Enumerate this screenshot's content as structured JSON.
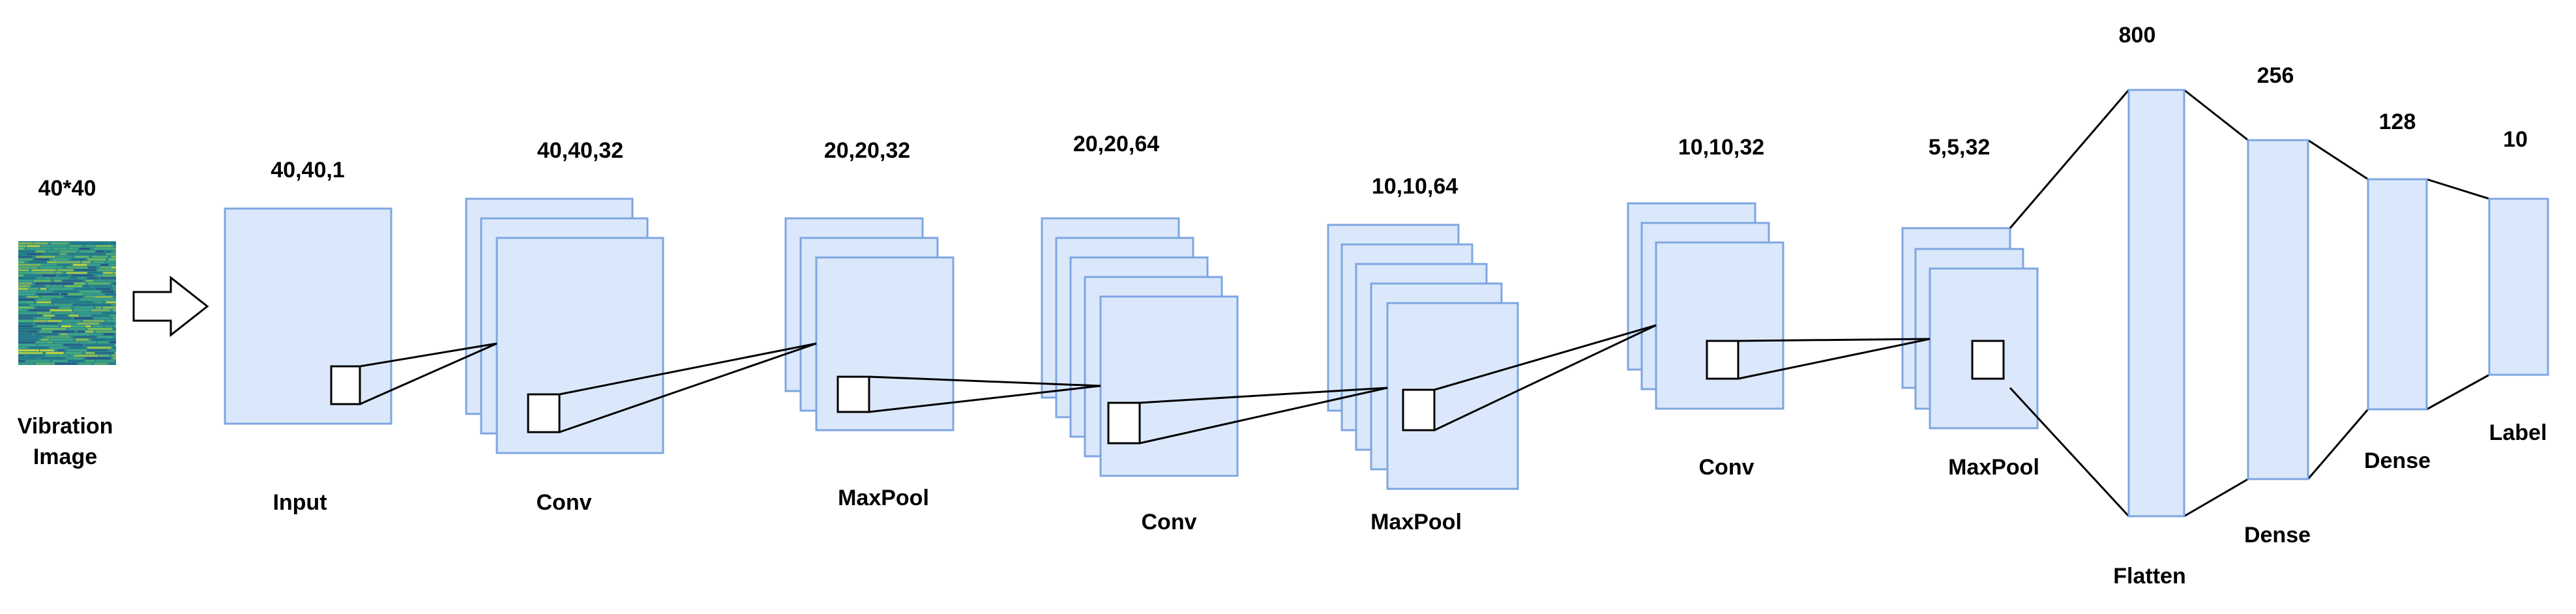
{
  "input_image": {
    "size_label": "40*40",
    "caption_line1": "Vibration",
    "caption_line2": "Image"
  },
  "layers": [
    {
      "id": "input",
      "name": "Input",
      "shape": "40,40,1"
    },
    {
      "id": "conv1",
      "name": "Conv",
      "shape": "40,40,32"
    },
    {
      "id": "pool1",
      "name": "MaxPool",
      "shape": "20,20,32"
    },
    {
      "id": "conv2",
      "name": "Conv",
      "shape": "20,20,64"
    },
    {
      "id": "pool2",
      "name": "MaxPool",
      "shape": "10,10,64"
    },
    {
      "id": "conv3",
      "name": "Conv",
      "shape": "10,10,32"
    },
    {
      "id": "pool3",
      "name": "MaxPool",
      "shape": "5,5,32"
    },
    {
      "id": "flatten",
      "name": "Flatten",
      "shape": "800"
    },
    {
      "id": "dense1",
      "name": "Dense",
      "shape": "256"
    },
    {
      "id": "dense2",
      "name": "Dense",
      "shape": "128"
    },
    {
      "id": "output",
      "name": "Label",
      "shape": "10"
    }
  ],
  "colors": {
    "feature_map_fill": "#dbe8fb",
    "feature_map_stroke": "#7ea6e0",
    "kernel": "#ffffff",
    "connector": "#000000",
    "image_base": "#2d8a8a"
  }
}
